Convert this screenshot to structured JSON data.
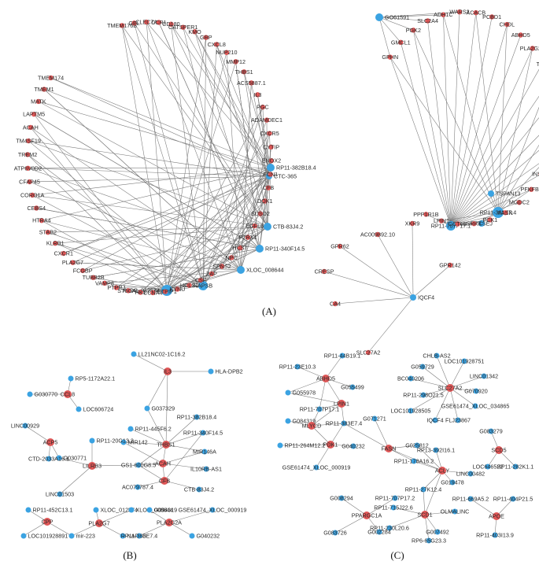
{
  "colors": {
    "mrna": "#e05757",
    "lnc": "#3ba3e2",
    "edge": "#777777"
  },
  "panels": {
    "A": {
      "label": "(A)",
      "hubs": [
        "XLOC_012574",
        "NAPSB",
        "XLOC_008644",
        "RP11-340F14.5",
        "CTB-83J4.2",
        "CTC-365",
        "RP11-382B18.4"
      ],
      "ring": [
        "TMEM176B",
        "GEL",
        "CLEC7A",
        "CCR1",
        "CD180",
        "CATSPER1",
        "KMO",
        "GRP",
        "CXCL8",
        "NUP210",
        "MMP12",
        "THBS1",
        "ACS5887.1",
        "IL3",
        "PGC",
        "ADAMDEC1",
        "CXCR5",
        "CYTIP",
        "ENOX2",
        "FCN1",
        "CFB",
        "DOK1",
        "SUSD2",
        "EGFL6",
        "P2RX1",
        "HCST",
        "NPC",
        "SPNS2",
        "ZAP",
        "CSF",
        "HCLS1",
        "KYNU",
        "PSTPIP1",
        "CCNA4",
        "HK1",
        "ST6GAL",
        "PTPRJ",
        "VAMP8",
        "TUBB2B",
        "FCGBP",
        "PLA2G7",
        "CXCR1",
        "KLRB1",
        "STAB2",
        "HTRA4",
        "CEBS4",
        "CORO1A",
        "CFAP45",
        "ATP6V0D2",
        "TREM2",
        "TM4SF19",
        "ACAH",
        "LAPTM5",
        "MATK",
        "TMEM1",
        "TMEM174"
      ],
      "right_lnc": [
        "GO61591",
        "RP11-363E7.4",
        "RP11-707P17.1",
        "PKCSEJ",
        "TSPAN13"
      ],
      "right_ring": [
        "GPHN",
        "GMCL1",
        "PGK2",
        "SLC2A4",
        "ADH1C",
        "WARS2",
        "ACACB",
        "PCBD1",
        "CHDL",
        "ABHD5",
        "PLA2G2A",
        "TOX",
        "ESPR",
        "THBSP",
        "MLYCD",
        "RNF125",
        "SBR",
        "INSIG1",
        "PFKFB3",
        "MGDC2",
        "FASN",
        "PCK1",
        "SRPX",
        "CCT6B",
        "LPIN1",
        "PPP1R1B"
      ],
      "small_hub": "IQCF4",
      "small_ring": [
        "GPR62",
        "XKR9",
        "GPR142",
        "SLC27A2",
        "CA4",
        "CRESP",
        "AC009892.10"
      ]
    },
    "B": {
      "label": "(B)",
      "nodes": [
        "LL21NC02-1C16.2",
        "IL3",
        "HLA-DPB2",
        "RP5-1172A22.1",
        "CCL8",
        "G030770",
        "LOC606724",
        "G037329",
        "RP11-382B18.4",
        "RP11-445F6.2",
        "RP11-340F14.5",
        "THBS1",
        "MIR142",
        "MIR146A",
        "LINC00929",
        "ACP5",
        "RP11-20G13.3",
        "G030771",
        "LILRB3",
        "CTD-2033A16.1",
        "GS1-600G8.5",
        "ACAH",
        "IL10RB-AS1",
        "CFB",
        "AC079787.4",
        "CTB-83J4.2",
        "LINC01503",
        "RP11-452C13.1",
        "XLOC_012574",
        "XLOC_008644",
        "G094319",
        "GSE61474_XLOC_000919",
        "CPP",
        "PLA2G7",
        "PLA2G2A",
        "LOC101928891",
        "mir-223",
        "NAPSB",
        "RP11-363E7.4",
        "G040232"
      ]
    },
    "C": {
      "label": "(C)",
      "nodes": [
        "RP11-44B19.1",
        "RP11-23E10.3",
        "ABHD5",
        "G055978",
        "G055499",
        "RP11-707P17.1",
        "LPIN1",
        "G084319",
        "MLYCD",
        "RP11-383E7.4",
        "RP11-264M12.2",
        "PDK1",
        "G040232",
        "GSE61474_XLOC_000919",
        "G071271",
        "FASN",
        "G025812",
        "RP13-392I16.1",
        "RP11-178A16.2",
        "ACLY",
        "LINC00482",
        "G019478",
        "RP11-27K12.4",
        "G008294",
        "RP11-707P17.2",
        "RP11-715J22.6",
        "OLMALINC",
        "PPARGC1A",
        "SCD1",
        "RP11-230L20.6",
        "G083726",
        "G002284",
        "G007492",
        "RP6-65G23.3",
        "CHLB-AS2",
        "LOC101928751",
        "G059729",
        "BC040206",
        "LINC01342",
        "RP11-298O21.5",
        "SLC27A2",
        "G070920",
        "LOC101928505",
        "GSE61474_XLOC_034865",
        "IQCF4",
        "FLJ23867",
        "G083279",
        "SCD5",
        "LOC646522",
        "RP11-282K1.1",
        "RP11-669A5.2",
        "RP11-404P21.5",
        "APOE",
        "RP11-403I13.9"
      ]
    }
  }
}
